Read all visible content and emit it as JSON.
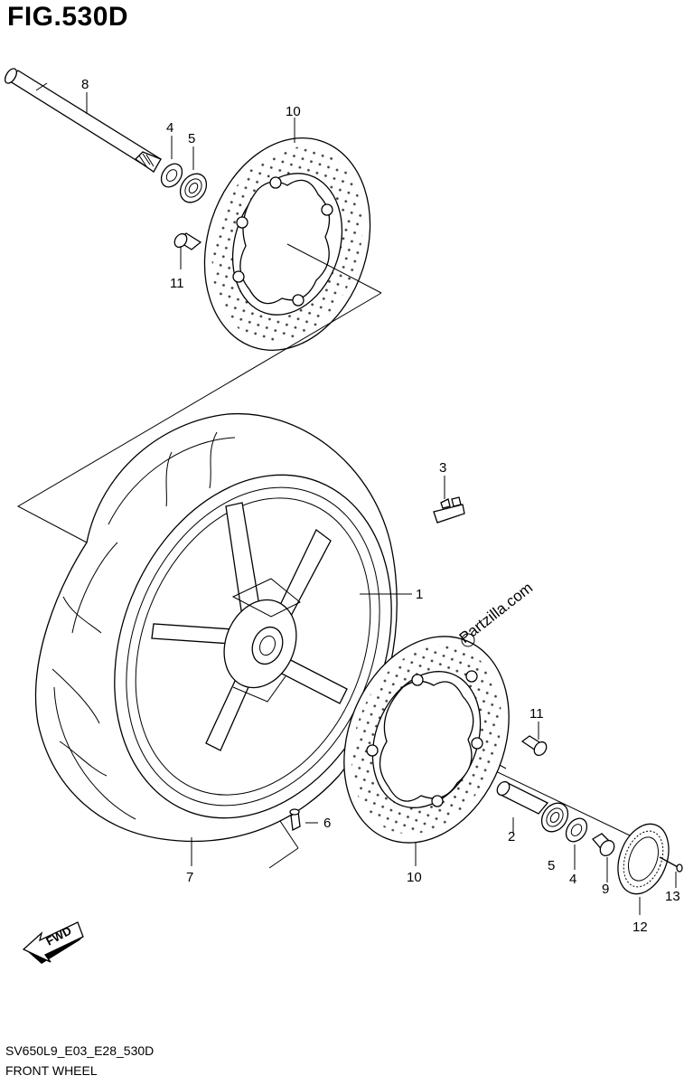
{
  "figure": {
    "title": "FIG.530D",
    "code": "SV650L9_E03_E28_530D",
    "name": "FRONT WHEEL",
    "watermark": "Partzilla.com",
    "fwd_label": "FWD"
  },
  "callouts": {
    "c1": "1",
    "c2": "2",
    "c3": "3",
    "c4a": "4",
    "c4b": "4",
    "c5a": "5",
    "c5b": "5",
    "c6": "6",
    "c7": "7",
    "c8": "8",
    "c9": "9",
    "c10a": "10",
    "c10b": "10",
    "c11a": "11",
    "c11b": "11",
    "c12": "12",
    "c13": "13"
  }
}
